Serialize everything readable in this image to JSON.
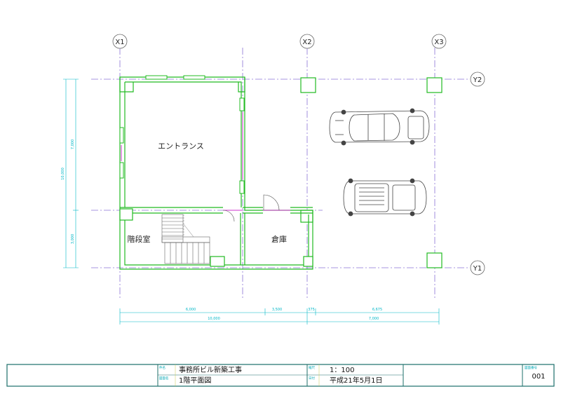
{
  "grid": {
    "x_axes": [
      "X1",
      "X2",
      "X3"
    ],
    "y_axes": [
      "Y2",
      "Y1"
    ]
  },
  "rooms": {
    "entrance": "エントランス",
    "stair": "階段室",
    "storage": "倉庫"
  },
  "dimensions": {
    "bottom_row1": [
      "6,000",
      "3,500",
      "375",
      "6,675"
    ],
    "bottom_row2": [
      "10,000",
      "7,000"
    ],
    "left_col1": [
      "7,000",
      "3,000"
    ],
    "left_total": "10,000"
  },
  "title_block": {
    "project_label": "件名",
    "project": "事務所ビル新築工事",
    "drawing_label": "図面名",
    "drawing": "1階平面図",
    "scale_label": "縮尺",
    "scale": "1：100",
    "date_label": "日付",
    "date": "平成21年5月1日",
    "number_label": "図面番号",
    "number": "001"
  },
  "colors": {
    "wall": "#22bb22",
    "grid": "#8a73d6",
    "dimension": "#00b7c7",
    "door": "#cc33cc",
    "frame": "#1c6f6a"
  }
}
